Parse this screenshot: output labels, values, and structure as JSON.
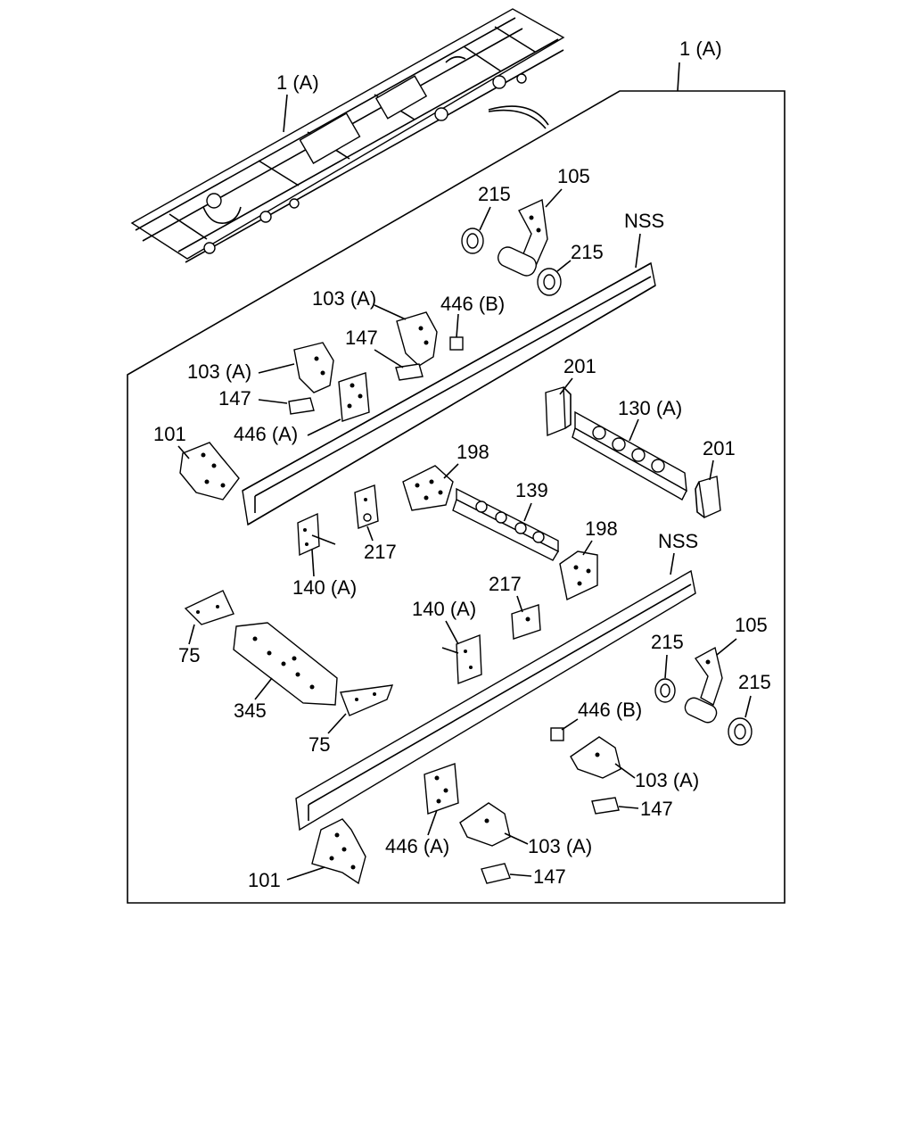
{
  "labels": {
    "assembly_top": "1 (A)",
    "assembly_frame": "1 (A)",
    "nss_upper": "NSS",
    "nss_lower": "NSS",
    "p105_upper": "105",
    "p215_upper_left": "215",
    "p215_upper_right": "215",
    "p103a_upper_1": "103 (A)",
    "p103a_upper_2": "103 (A)",
    "p446b_upper": "446 (B)",
    "p147_upper_1": "147",
    "p147_upper_2": "147",
    "p446a_upper": "446 (A)",
    "p101_upper": "101",
    "p201_upper": "201",
    "p130a": "130 (A)",
    "p201_lower": "201",
    "p198_upper": "198",
    "p139": "139",
    "p198_lower": "198",
    "p217_upper": "217",
    "p140a_upper": "140 (A)",
    "p217_lower": "217",
    "p140a_lower": "140 (A)",
    "p75_upper": "75",
    "p345": "345",
    "p75_lower": "75",
    "p105_lower": "105",
    "p215_lower_left": "215",
    "p215_lower_right": "215",
    "p446b_lower": "446 (B)",
    "p103a_lower_1": "103 (A)",
    "p147_lower_1": "147",
    "p446a_lower": "446 (A)",
    "p103a_lower_2": "103 (A)",
    "p101_lower": "101",
    "p147_lower_2": "147"
  }
}
